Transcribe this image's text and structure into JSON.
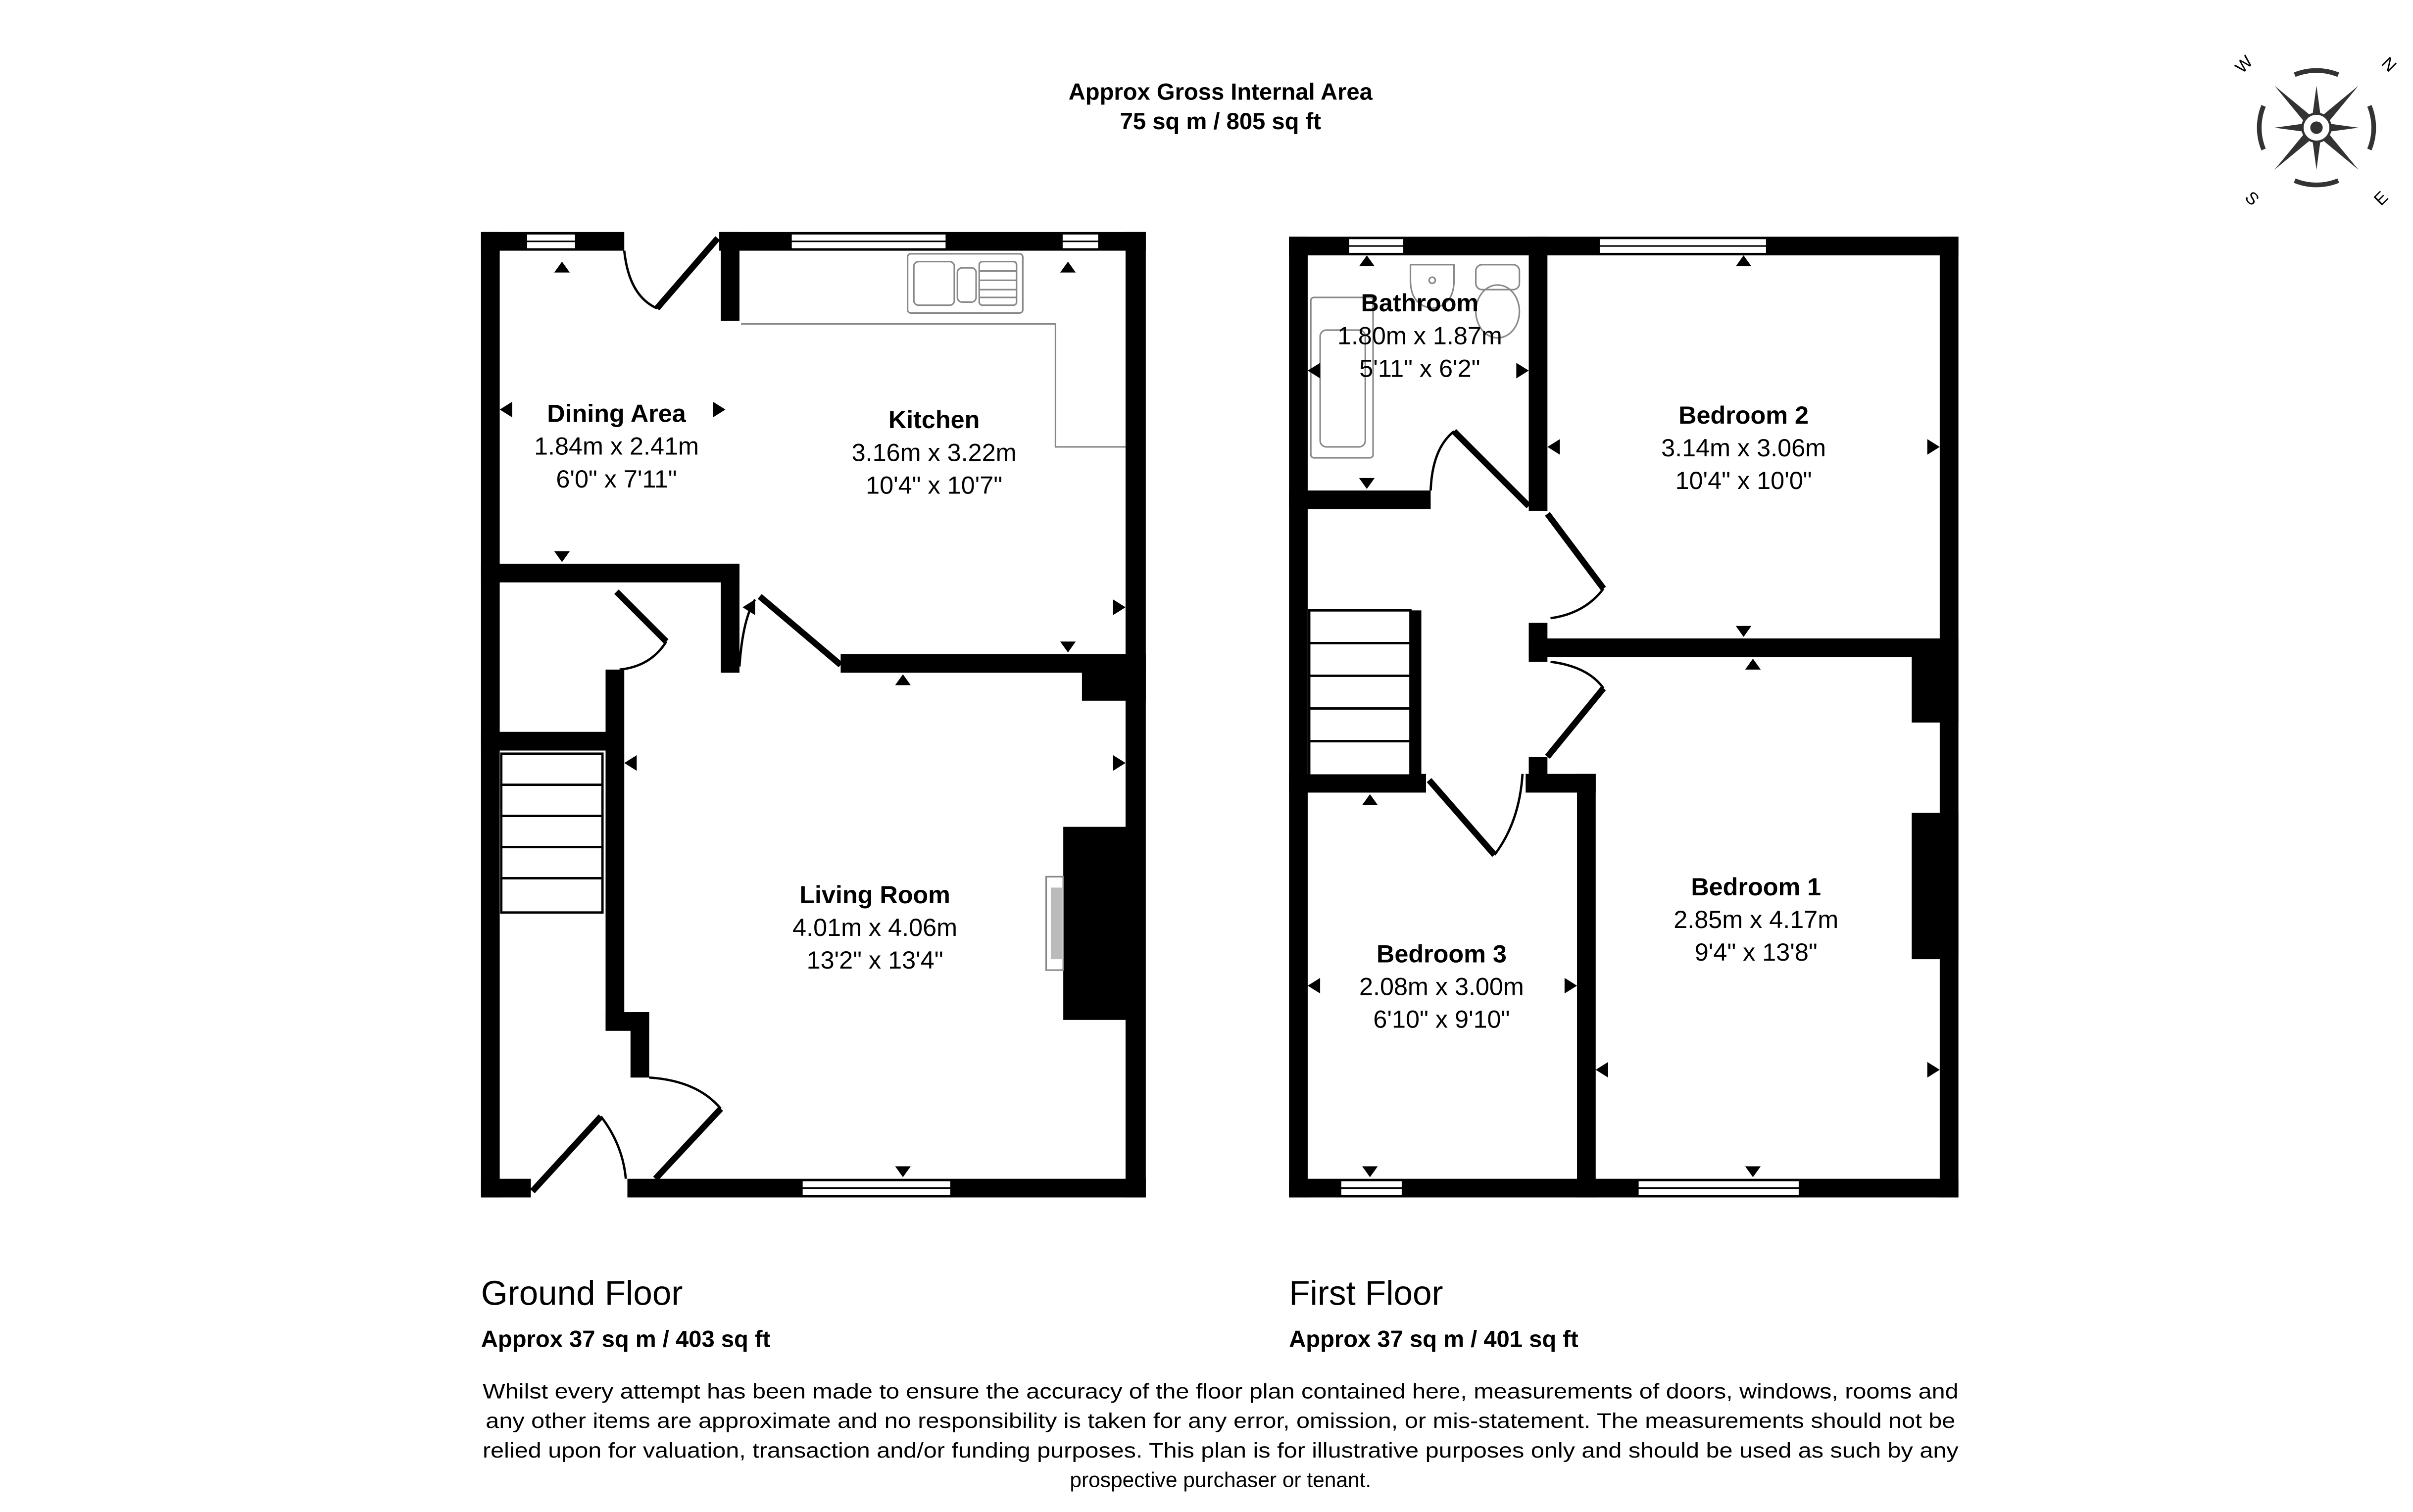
{
  "header": {
    "title": "Approx Gross Internal Area",
    "total_area": "75 sq m / 805 sq ft"
  },
  "compass": {
    "labels": {
      "north": "N",
      "east": "E",
      "south": "S",
      "west": "W"
    },
    "color": "#333333"
  },
  "floors": [
    {
      "name": "Ground Floor",
      "area": "Approx 37 sq m / 403 sq ft",
      "rooms": [
        {
          "name": "Dining Area",
          "metric": "1.84m x 2.41m",
          "imperial": "6'0\" x 7'11\""
        },
        {
          "name": "Kitchen",
          "metric": "3.16m x 3.22m",
          "imperial": "10'4\" x 10'7\""
        },
        {
          "name": "Living Room",
          "metric": "4.01m x 4.06m",
          "imperial": "13'2\" x 13'4\""
        }
      ]
    },
    {
      "name": "First Floor",
      "area": "Approx 37 sq m / 401 sq ft",
      "rooms": [
        {
          "name": "Bathroom",
          "metric": "1.80m x 1.87m",
          "imperial": "5'11\" x 6'2\""
        },
        {
          "name": "Bedroom 2",
          "metric": "3.14m x 3.06m",
          "imperial": "10'4\" x 10'0\""
        },
        {
          "name": "Bedroom 1",
          "metric": "2.85m x 4.17m",
          "imperial": "9'4\" x 13'8\""
        },
        {
          "name": "Bedroom 3",
          "metric": "2.08m x 3.00m",
          "imperial": "6'10\" x 9'10\""
        }
      ]
    }
  ],
  "disclaimer": {
    "lines": [
      "Whilst every attempt has been made to ensure the accuracy of the floor plan contained here, measurements of doors, windows, rooms and",
      "any other items are approximate and no responsibility is taken for any error, omission, or mis-statement. The measurements should not be",
      "relied upon for valuation, transaction and/or funding purposes. This plan is for illustrative purposes only and should be used as such by any",
      "prospective purchaser or tenant."
    ]
  },
  "colors": {
    "wall": "#000000",
    "fixture": "#888888",
    "background": "#ffffff"
  }
}
